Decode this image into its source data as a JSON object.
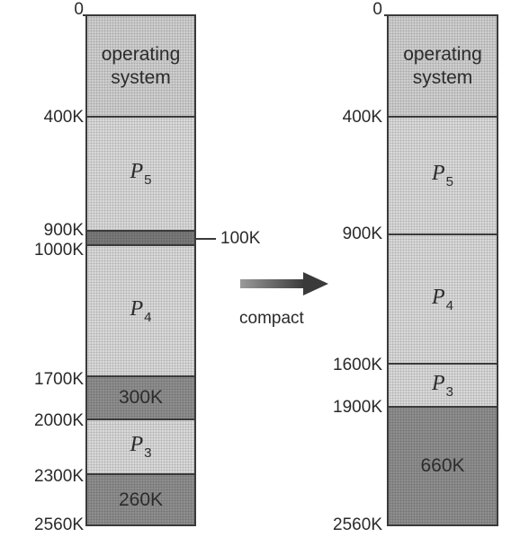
{
  "left_memory": {
    "blocks": [
      {
        "kind": "os",
        "text": "operating\nsystem"
      },
      {
        "kind": "proc",
        "name": "P",
        "sub": "5"
      },
      {
        "kind": "thin",
        "text": ""
      },
      {
        "kind": "proc",
        "name": "P",
        "sub": "4"
      },
      {
        "kind": "hole",
        "text": "300K"
      },
      {
        "kind": "proc",
        "name": "P",
        "sub": "3"
      },
      {
        "kind": "hole",
        "text": "260K"
      }
    ],
    "addresses": [
      "0",
      "400K",
      "900K",
      "1000K",
      "1700K",
      "2000K",
      "2300K",
      "2560K"
    ],
    "hole_label": "100K"
  },
  "right_memory": {
    "blocks": [
      {
        "kind": "os",
        "text": "operating\nsystem"
      },
      {
        "kind": "proc",
        "name": "P",
        "sub": "5"
      },
      {
        "kind": "proc",
        "name": "P",
        "sub": "4"
      },
      {
        "kind": "proc",
        "name": "P",
        "sub": "3"
      },
      {
        "kind": "hole",
        "text": "660K"
      }
    ],
    "addresses": [
      "0",
      "400K",
      "900K",
      "1600K",
      "1900K",
      "2560K"
    ]
  },
  "arrow_label": "compact"
}
